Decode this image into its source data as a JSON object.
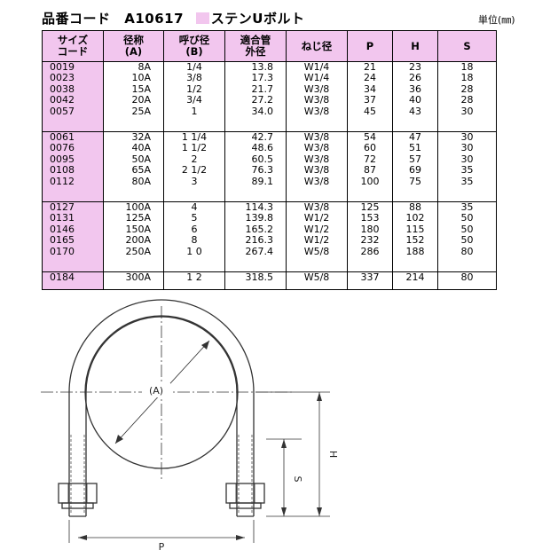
{
  "header": {
    "title": "品番コード",
    "code": "A10617",
    "product": "ステンUボルト",
    "unit": "単位(㎜)",
    "swatch_color": "#f2c6ee"
  },
  "table": {
    "headers": [
      [
        "サイズ",
        "コード"
      ],
      [
        "径称",
        "(A)"
      ],
      [
        "呼び径",
        "(B)"
      ],
      [
        "適合管",
        "外径"
      ],
      [
        "ねじ径"
      ],
      [
        "P"
      ],
      [
        "H"
      ],
      [
        "S"
      ]
    ],
    "groups": [
      {
        "code": [
          "0019",
          "0023",
          "0038",
          "0042",
          "0057"
        ],
        "a": [
          "8A",
          "10A",
          "15A",
          "20A",
          "25A"
        ],
        "b": [
          "1/4",
          "3/8",
          "1/2",
          "3/4",
          "1"
        ],
        "od": [
          "13.8",
          "17.3",
          "21.7",
          "27.2",
          "34.0"
        ],
        "thread": [
          "W1/4",
          "W1/4",
          "W3/8",
          "W3/8",
          "W3/8"
        ],
        "p": [
          "21",
          "24",
          "34",
          "37",
          "45"
        ],
        "h": [
          "23",
          "26",
          "36",
          "40",
          "43"
        ],
        "s": [
          "18",
          "18",
          "28",
          "28",
          "30"
        ]
      },
      {
        "code": [
          "0061",
          "0076",
          "0095",
          "0108",
          "0112"
        ],
        "a": [
          "32A",
          "40A",
          "50A",
          "65A",
          "80A"
        ],
        "b": [
          "1 1/4",
          "1 1/2",
          "2",
          "2 1/2",
          "3"
        ],
        "od": [
          "42.7",
          "48.6",
          "60.5",
          "76.3",
          "89.1"
        ],
        "thread": [
          "W3/8",
          "W3/8",
          "W3/8",
          "W3/8",
          "W3/8"
        ],
        "p": [
          "54",
          "60",
          "72",
          "87",
          "100"
        ],
        "h": [
          "47",
          "51",
          "57",
          "69",
          "75"
        ],
        "s": [
          "30",
          "30",
          "30",
          "35",
          "35"
        ]
      },
      {
        "code": [
          "0127",
          "0131",
          "0146",
          "0165",
          "0170"
        ],
        "a": [
          "100A",
          "125A",
          "150A",
          "200A",
          "250A"
        ],
        "b": [
          "4",
          "5",
          "6",
          "8",
          "1 0"
        ],
        "od": [
          "114.3",
          "139.8",
          "165.2",
          "216.3",
          "267.4"
        ],
        "thread": [
          "W3/8",
          "W1/2",
          "W1/2",
          "W1/2",
          "W5/8"
        ],
        "p": [
          "125",
          "153",
          "180",
          "232",
          "286"
        ],
        "h": [
          "88",
          "102",
          "115",
          "152",
          "188"
        ],
        "s": [
          "35",
          "50",
          "50",
          "50",
          "80"
        ]
      }
    ],
    "last": {
      "code": "0184",
      "a": "300A",
      "b": "1 2",
      "od": "318.5",
      "thread": "W5/8",
      "p": "337",
      "h": "214",
      "s": "80"
    }
  },
  "drawing": {
    "label_a": "(A)",
    "label_h": "H",
    "label_s": "S",
    "label_p": "P"
  }
}
